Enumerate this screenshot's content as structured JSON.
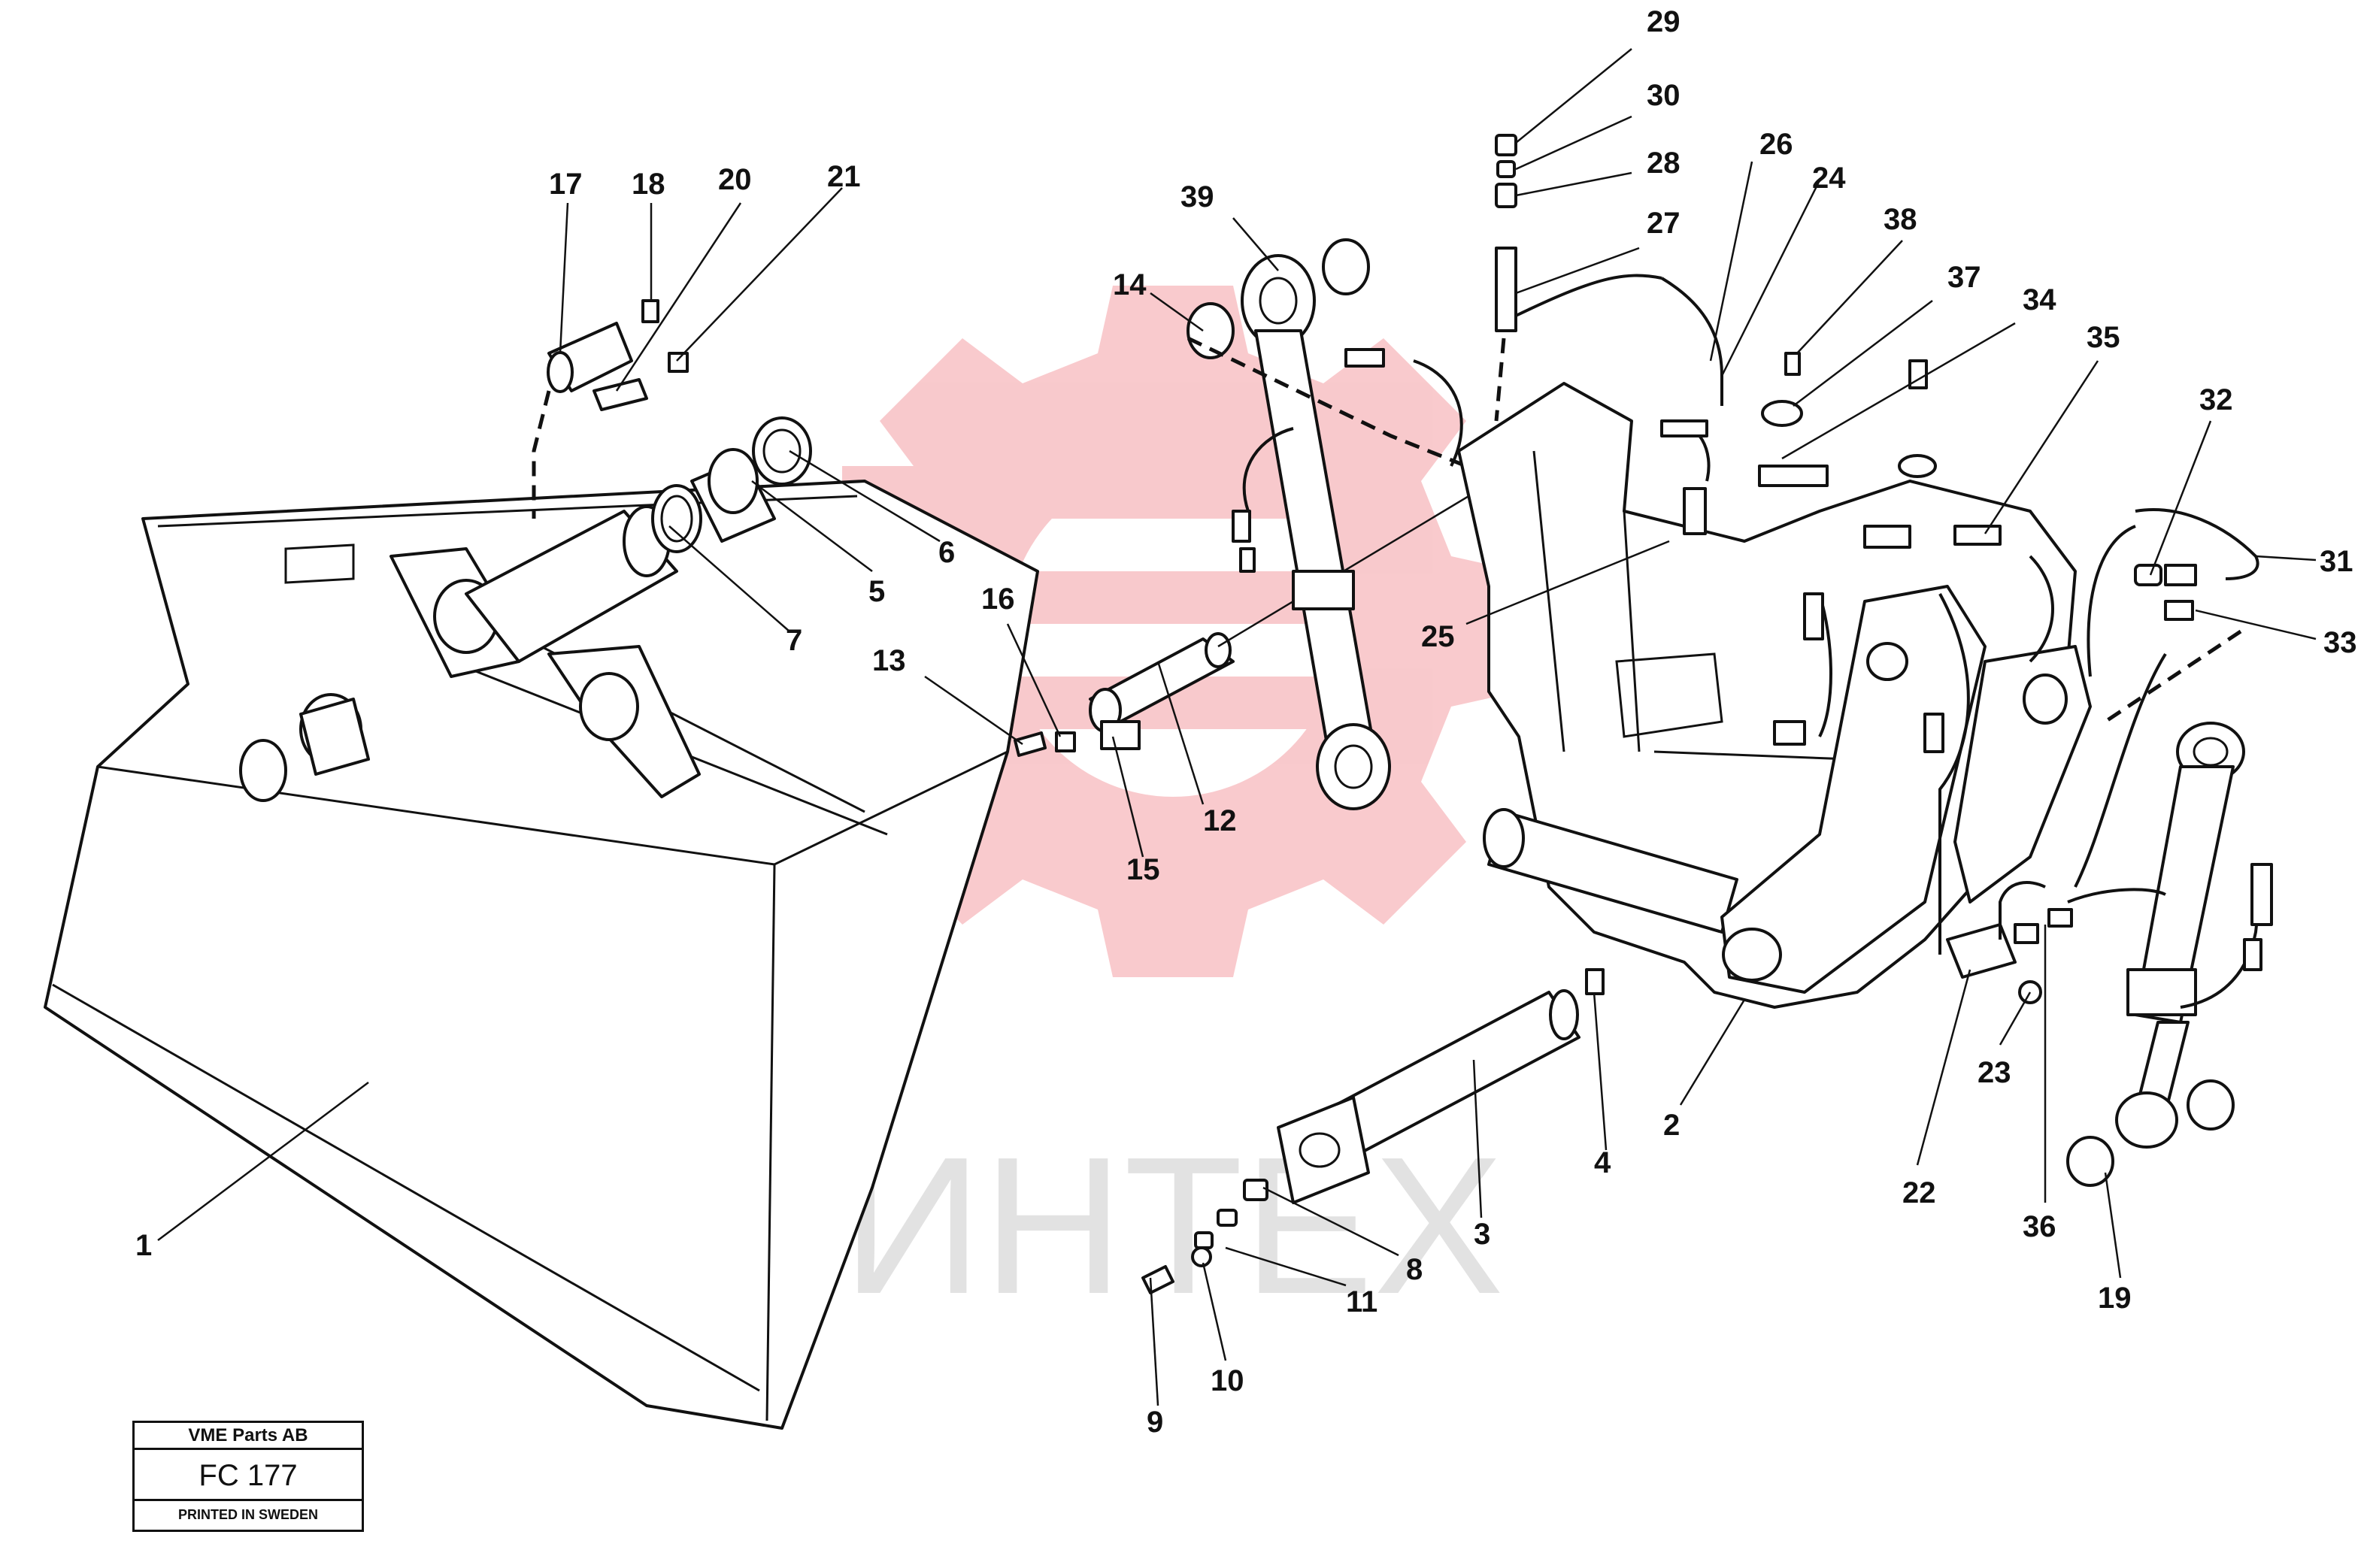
{
  "drawing": {
    "watermark_text": "ИНТЕХ",
    "watermark_color": "#e8404a",
    "line_color": "#111111"
  },
  "callouts": [
    "1",
    "2",
    "3",
    "4",
    "5",
    "6",
    "7",
    "8",
    "9",
    "10",
    "11",
    "12",
    "13",
    "14",
    "15",
    "16",
    "17",
    "18",
    "19",
    "20",
    "21",
    "22",
    "23",
    "24",
    "25",
    "26",
    "27",
    "28",
    "29",
    "30",
    "31",
    "32",
    "33",
    "34",
    "35",
    "36",
    "37",
    "38",
    "39"
  ],
  "stamp": {
    "company": "VME Parts AB",
    "code": "FC 177",
    "printed": "PRINTED IN SWEDEN"
  }
}
